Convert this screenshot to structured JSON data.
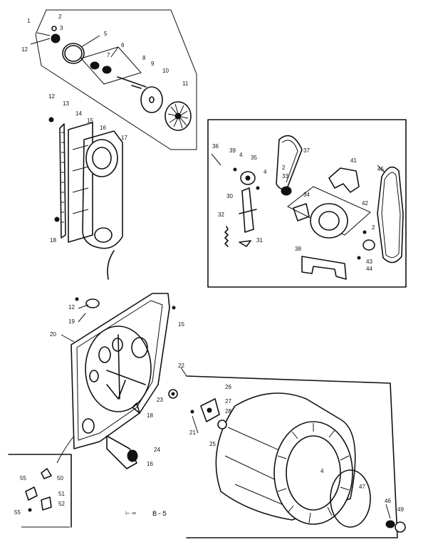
{
  "page_code": "B-5",
  "page_mark": "⊢ ∞",
  "callouts": {
    "c1": "1",
    "c2": "2",
    "c3": "3",
    "c5": "5",
    "c6": "6",
    "c7": "7",
    "c8": "8",
    "c9": "9",
    "c10": "10",
    "c11": "11",
    "c12a": "12",
    "c12b": "12",
    "c13": "13",
    "c14": "14",
    "c15": "15",
    "c16a": "16",
    "c17": "17",
    "c18": "18",
    "c36": "36",
    "c39": "39",
    "c4a": "4",
    "c35": "35",
    "c4b": "4",
    "c37": "37",
    "c2b": "2",
    "c33": "33",
    "c41": "41",
    "c45": "45",
    "c34": "34",
    "c42": "42",
    "c30": "30",
    "c32": "32",
    "c31": "31",
    "c2c": "2",
    "c38": "38",
    "c43": "43",
    "c44": "44",
    "c12c": "12",
    "c19": "19",
    "c20": "20",
    "c15b": "15",
    "c23": "23",
    "c18b": "18",
    "c22": "22",
    "c26": "26",
    "c27": "27",
    "c28": "28",
    "c21": "21",
    "c25": "25",
    "c24": "24",
    "c16b": "16",
    "c4c": "4",
    "c47": "47",
    "c46": "46",
    "c49": "49",
    "c55a": "55",
    "c50": "50",
    "c51": "51",
    "c55b": "55",
    "c52": "52"
  }
}
